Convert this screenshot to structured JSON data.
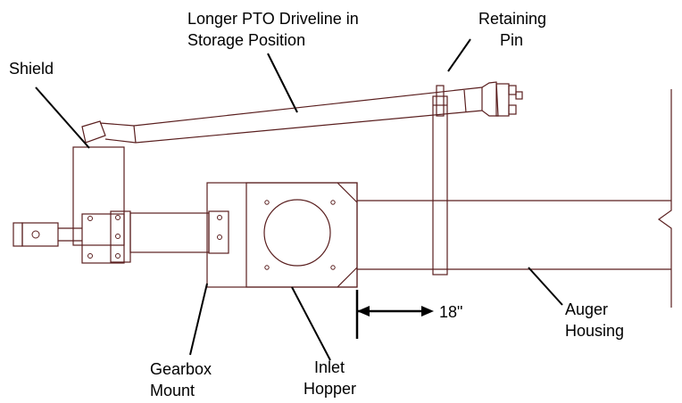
{
  "diagram": {
    "labels": {
      "driveline_line1": "Longer PTO Driveline in",
      "driveline_line2": "Storage Position",
      "pin_line1": "Retaining",
      "pin_line2": "Pin",
      "shield": "Shield",
      "gearbox_line1": "Gearbox",
      "gearbox_line2": "Mount",
      "hopper_line1": "Inlet",
      "hopper_line2": "Hopper",
      "auger_line1": "Auger",
      "auger_line2": "Housing",
      "dimension": "18\""
    },
    "colors": {
      "drawing": "#5a1f1f",
      "leaders": "#000000",
      "background": "#ffffff"
    }
  }
}
